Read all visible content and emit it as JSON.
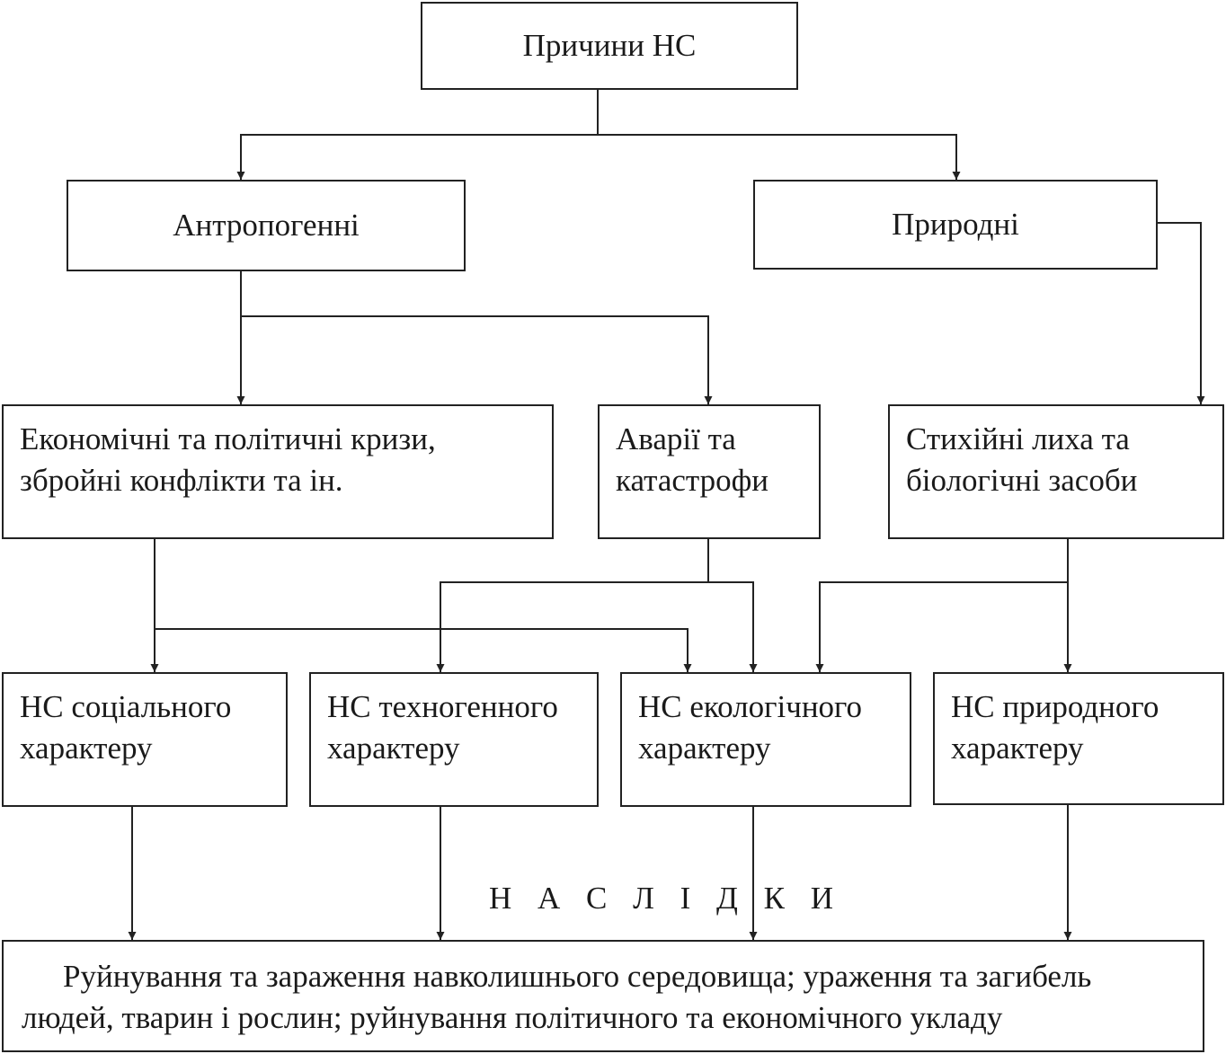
{
  "root": "Причини НС",
  "anthropogenic": "Антропогенні",
  "natural": "Природні",
  "econ_crises": [
    "Економічні та політичні кризи,",
    "збройні конфлікти та ін."
  ],
  "accidents": [
    "Аварії та",
    "катастрофи"
  ],
  "disasters": [
    "Стихійні лиха та",
    "біологічні засоби"
  ],
  "ns_social": [
    "НС соціального",
    "характеру"
  ],
  "ns_techno": [
    "НС техногенного",
    "характеру"
  ],
  "ns_eco": [
    "НС екологічного",
    "характеру"
  ],
  "ns_natural": [
    "НС природного",
    "характеру"
  ],
  "consequences_label": "Н А С Л І Д К И",
  "consequences": [
    "Руйнування та зараження навколишнього середовища; ураження та загибель",
    "людей, тварин і рослин; руйнування політичного та економічного укладу"
  ]
}
